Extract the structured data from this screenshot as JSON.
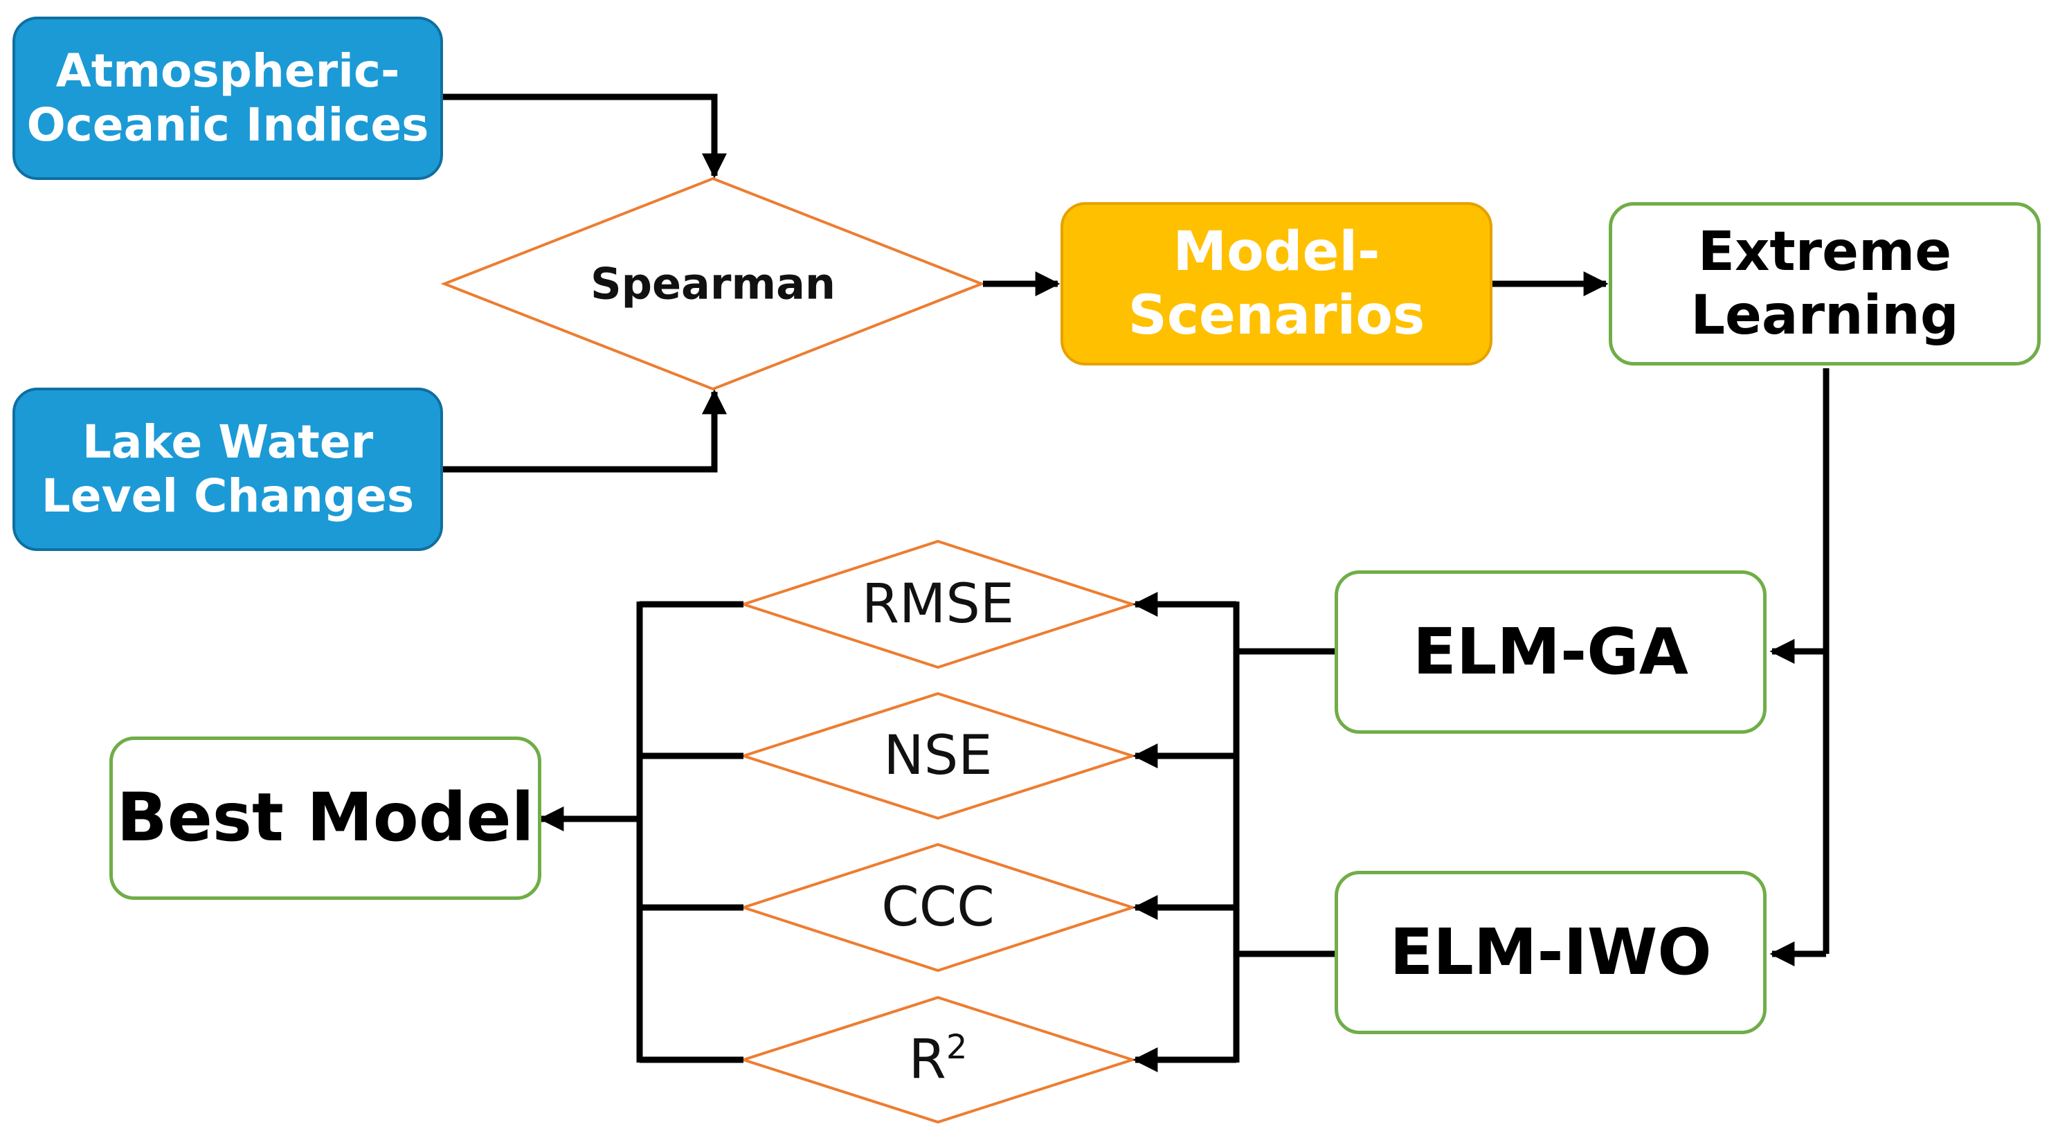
{
  "nodes": {
    "atmospheric": "Atmospheric-\nOceanic Indices",
    "lake": "Lake Water\nLevel Changes",
    "spearman": "Spearman",
    "model_scenarios": "Model-\nScenarios",
    "extreme_learning": "Extreme\nLearning",
    "elm_ga": "ELM-GA",
    "elm_iwo": "ELM-IWO",
    "best_model": "Best Model"
  },
  "metrics": {
    "rmse": "RMSE",
    "nse": "NSE",
    "ccc": "CCC",
    "r2_base": "R",
    "r2_sup": "2"
  },
  "colors": {
    "input_fill": "#1c9ad6",
    "scenario_fill": "#ffc000",
    "box_border": "#70ad47",
    "diamond_stroke": "#ed7d31",
    "arrow": "#000000"
  }
}
